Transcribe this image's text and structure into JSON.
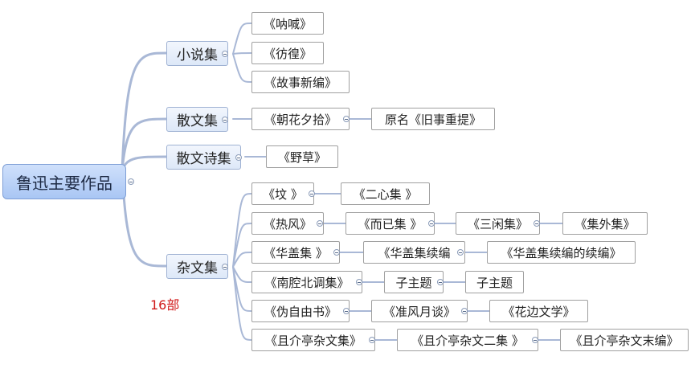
{
  "root": "鲁迅主要作品",
  "categories": {
    "novel": "小说集",
    "prose": "散文集",
    "prose_poem": "散文诗集",
    "essay": "杂文集"
  },
  "novel": [
    "《呐喊》",
    "《彷徨》",
    "《故事新编》"
  ],
  "prose": [
    "《朝花夕拾》",
    "原名《旧事重提》"
  ],
  "prose_poem": [
    "《野草》"
  ],
  "essay_rows": [
    [
      "《坟 》",
      "《二心集 》"
    ],
    [
      "《热风》",
      "《而已集 》",
      "《三闲集》",
      "《集外集》"
    ],
    [
      "《华盖集 》",
      "《华盖集续编",
      "《华盖集续编的续编》"
    ],
    [
      "《南腔北调集》",
      "子主题",
      "子主题"
    ],
    [
      "《伪自由书》",
      "《准风月谈》",
      "《花边文学》"
    ],
    [
      "《且介亭杂文集》",
      "《且介亭杂文二集 》",
      "《且介亭杂文末编》"
    ]
  ],
  "note": "16部",
  "colors": {
    "link": "#a9b8d6",
    "root_fill": "#b7cff7",
    "category_fill": "#e6eefa",
    "note": "#d01818"
  }
}
